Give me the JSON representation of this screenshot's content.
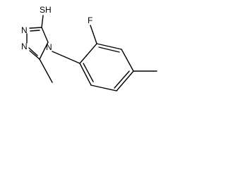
{
  "molecule": {
    "labels": {
      "thiol": "SH",
      "fluorine": "F",
      "ring_nitrogen_top": "N",
      "ring_nitrogen_bottom": "N",
      "ring_nitrogen_substituted": "N"
    }
  },
  "colors": {
    "background": "#ffffff",
    "ink": "#000000"
  }
}
